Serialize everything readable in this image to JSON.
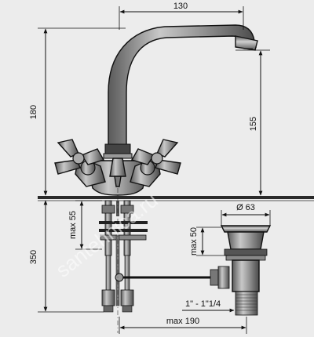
{
  "dimensions": {
    "top_width": "130",
    "total_height_upper": "180",
    "spout_height": "155",
    "max_55": "max 55",
    "height_350": "350",
    "diameter": "Ø 63",
    "max_50": "max 50",
    "thread": "1\" - 1\"1/4",
    "max_190": "max 190"
  },
  "watermark": "santehnica.ru",
  "colors": {
    "background": "#ececec",
    "metal": "#8a8a8a",
    "dark": "#3a3a3a",
    "line": "#111111",
    "countertop": "#2a2a2a"
  }
}
